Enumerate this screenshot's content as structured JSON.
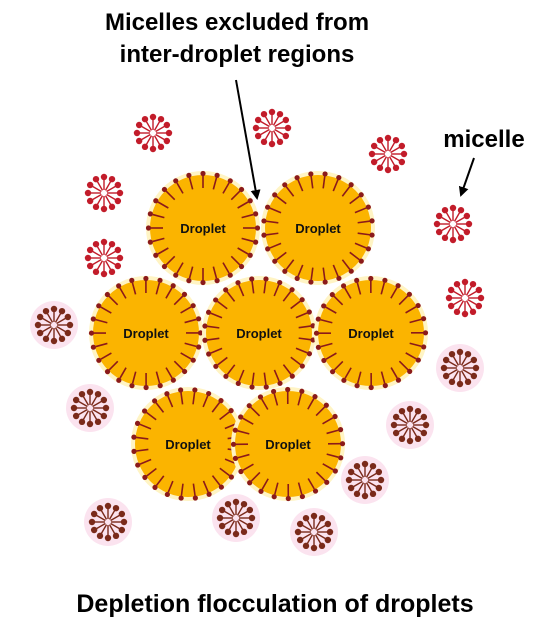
{
  "annotation_top": {
    "line1": "Micelles excluded from",
    "line2": "inter-droplet regions"
  },
  "annotation_right": "micelle",
  "caption": "Depletion flocculation of droplets",
  "droplets": [
    {
      "label": "Droplet"
    },
    {
      "label": "Droplet"
    },
    {
      "label": "Droplet"
    },
    {
      "label": "Droplet"
    },
    {
      "label": "Droplet"
    },
    {
      "label": "Droplet"
    },
    {
      "label": "Droplet"
    }
  ],
  "colors": {
    "droplet_fill": "#fbb400",
    "droplet_glow": "#fff4c4",
    "surfactant_stroke": "#8b1a1a",
    "micelle_red": "#c21c2a",
    "micelle_brown": "#7a2a1a",
    "micelle_glow": "#fbe3ef"
  }
}
